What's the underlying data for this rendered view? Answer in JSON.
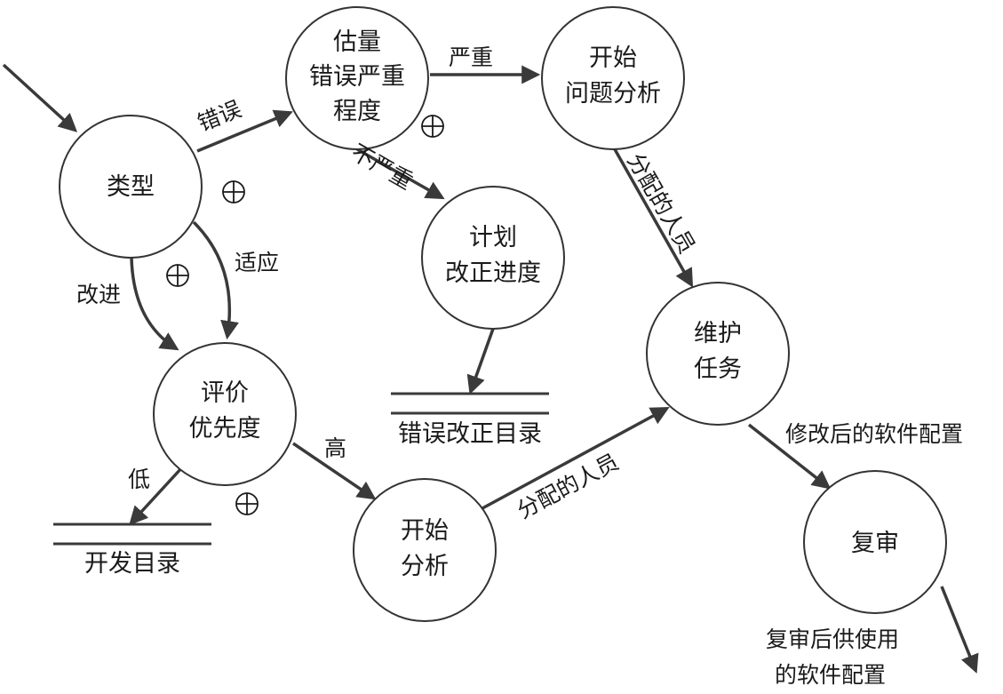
{
  "nodes": {
    "type": [
      "类型"
    ],
    "estimate": [
      "估量",
      "错误严重",
      "程度"
    ],
    "start_problem": [
      "开始",
      "问题分析"
    ],
    "plan": [
      "计划",
      "改正进度"
    ],
    "evaluate": [
      "评价",
      "优先度"
    ],
    "maintain": [
      "维护",
      "任务"
    ],
    "start_analysis": [
      "开始",
      "分析"
    ],
    "review": [
      "复审"
    ]
  },
  "stores": {
    "error_catalog": "错误改正目录",
    "dev_catalog": "开发目录"
  },
  "edges": {
    "error": "错误",
    "serious": "严重",
    "not_serious": "不严重",
    "adapt": "适应",
    "improve": "改进",
    "assigned_staff_1": "分配的人员",
    "assigned_staff_2": "分配的人员",
    "high": "高",
    "low": "低",
    "modified_config": "修改后的软件配置",
    "reviewed_config": [
      "复审后供使用",
      "的软件配置"
    ]
  },
  "xor_symbol": "⊕"
}
